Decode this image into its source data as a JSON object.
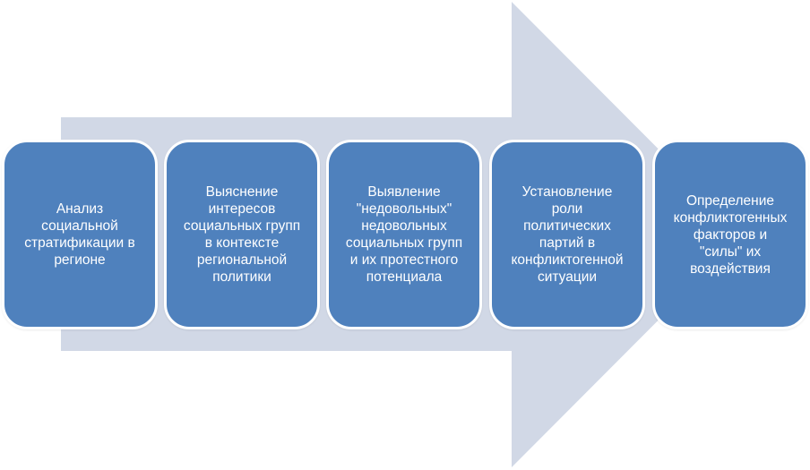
{
  "colors": {
    "arrow": "#d1d8e6",
    "box": "#4f81bd",
    "box_border": "#ffffff",
    "text": "#ffffff"
  },
  "steps": [
    {
      "label": "Анализ\nсоциальной\nстратификации в\nрегионе"
    },
    {
      "label": "Выяснение\nинтересов\nсоциальных групп\nв контексте\nрегиональной\nполитики"
    },
    {
      "label": "Выявление\n\"недовольных\"\nнедовольных\nсоциальных групп\nи их протестного\nпотенциала"
    },
    {
      "label": "Установление\nроли\nполитических\nпартий в\nконфликтогенной\nситуации"
    },
    {
      "label": "Определение\nконфликтогенных\nфакторов и\n\"силы\" их\nвоздействия"
    }
  ]
}
